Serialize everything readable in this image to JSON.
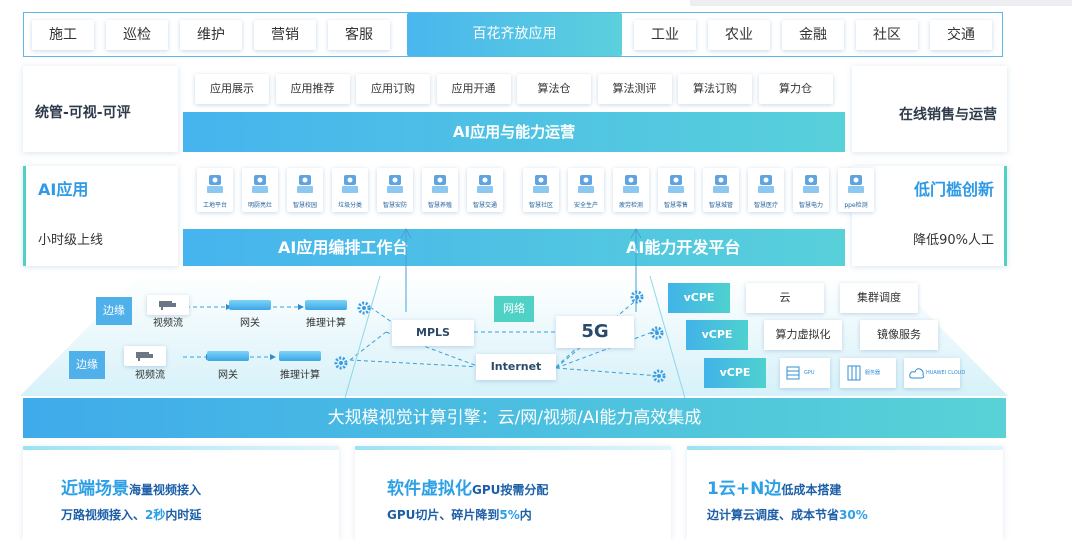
{
  "colors": {
    "primary": "#2da0e6",
    "accent": "#4fd1c5",
    "text": "#333333"
  },
  "top_bar": {
    "left": [
      "施工",
      "巡检",
      "维护",
      "营销",
      "客服"
    ],
    "center": "百花齐放应用",
    "right": [
      "工业",
      "农业",
      "金融",
      "社区",
      "交通"
    ]
  },
  "left_panel_top": "统管-可视-可评",
  "right_panel_top": "在线销售与运营",
  "app_tabs": [
    "应用展示",
    "应用推荐",
    "应用订购",
    "应用开通",
    "算法仓",
    "算法测评",
    "算法订购",
    "算力仓"
  ],
  "ai_ops_bar": "AI应用与能力运营",
  "left_panel_mid": {
    "title": "AI应用",
    "sub": "小时级上线"
  },
  "right_panel_mid": {
    "title": "低门槛创新",
    "sub": "降低90%人工"
  },
  "ai_apps_left": [
    "工地平台",
    "明厨亮灶",
    "智慧校园",
    "垃圾分类",
    "智慧安防",
    "智慧养殖",
    "智慧交通"
  ],
  "ai_apps_right": [
    "智慧社区",
    "安全生产",
    "疲劳检测",
    "智慧零售",
    "智慧城管",
    "智慧医疗",
    "智慧电力",
    "ppe检测"
  ],
  "orchestration_bar": "AI应用编排工作台",
  "capability_bar": "AI能力开发平台",
  "edge_rows": [
    {
      "tag": "边缘",
      "camera": "视频流",
      "gateway": "网关",
      "infer": "推理计算"
    },
    {
      "tag": "边缘",
      "camera": "视频流",
      "gateway": "网关",
      "infer": "推理计算"
    }
  ],
  "network": {
    "mpls": "MPLS",
    "fiveg": "5G",
    "internet": "Internet",
    "net_tag": "网络"
  },
  "cloud_side": {
    "vcpe": "vCPE",
    "row1": [
      "云",
      "集群调度"
    ],
    "row2": [
      "算力虚拟化",
      "镜像服务"
    ],
    "row3": [
      "GPU",
      "服务器",
      "HUAWEI CLOUD"
    ]
  },
  "engine_bar": "大规模视觉计算引擎：云/网/视频/AI能力高效集成",
  "features": [
    {
      "big": "近端场景",
      "small": "海量视频接入",
      "line2_a": "万路视频接入、",
      "line2_hl": "2秒",
      "line2_b": "内时延"
    },
    {
      "big": "软件虚拟化",
      "small": "GPU按需分配",
      "line2_a": "GPU切片、碎片降到",
      "line2_hl": "5%",
      "line2_b": "内"
    },
    {
      "big": "1云+N边",
      "small": "低成本搭建",
      "line2_a": "边计算云调度、成本节省",
      "line2_hl": "30%",
      "line2_b": ""
    }
  ]
}
